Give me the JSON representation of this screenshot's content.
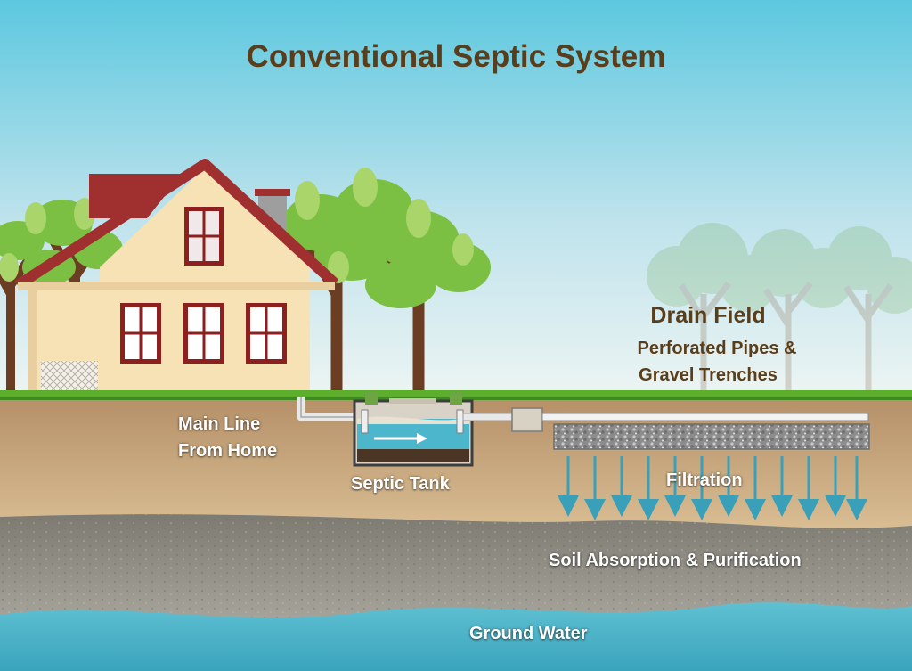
{
  "title": "Conventional Septic System",
  "labels": {
    "drain_field_title": "Drain Field",
    "drain_field_line1": "Perforated Pipes &",
    "drain_field_line2": "Gravel Trenches",
    "main_line_1": "Main Line",
    "main_line_2": "From Home",
    "septic_tank": "Septic Tank",
    "filtration": "Filtration",
    "soil": "Soil Absorption & Purification",
    "ground_water": "Ground Water"
  },
  "colors": {
    "title_text": "#5a3e1b",
    "sky_top": "#5cc8df",
    "sky_bottom": "#eef5f3",
    "grass": "#5cae2c",
    "topsoil": "#c9a678",
    "subsoil": "#8f8a80",
    "ground_water": "#4fb3c8",
    "house_wall": "#f7e2b6",
    "roof": "#a02f2f",
    "tank_water": "#4cb6cc"
  }
}
